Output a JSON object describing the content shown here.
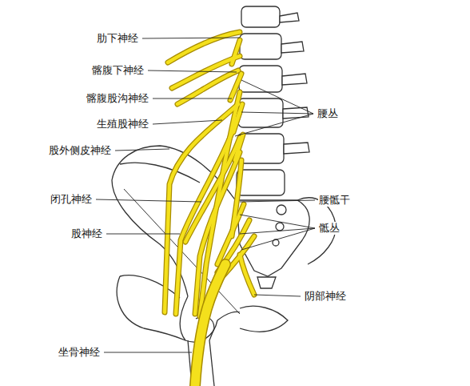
{
  "diagram": {
    "labels": [
      "肋下神经",
      "髂腹下神经",
      "髂腹股沟神经",
      "生殖股神经",
      "股外侧皮神经",
      "闭孔神经",
      "股神经",
      "坐骨神经",
      "腰丛",
      "腰骶干",
      "骶丛",
      "阴部神经"
    ]
  }
}
